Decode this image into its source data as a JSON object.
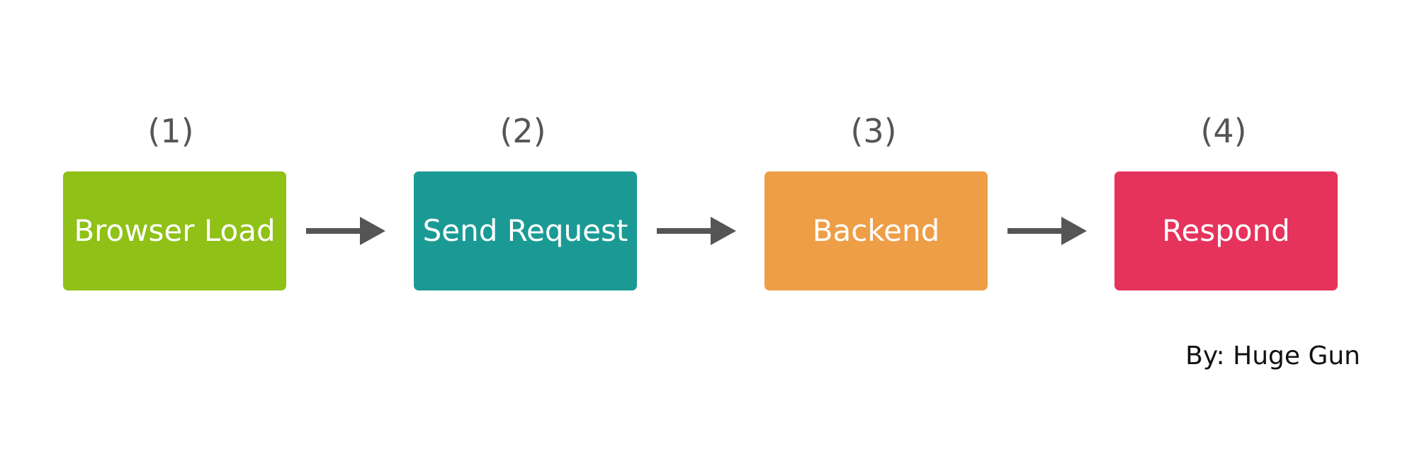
{
  "steps": [
    {
      "number": "(1)",
      "label": "Browser Load",
      "color": "#8fc116"
    },
    {
      "number": "(2)",
      "label": "Send Request",
      "color": "#1b9a95"
    },
    {
      "number": "(3)",
      "label": "Backend",
      "color": "#ee9e47"
    },
    {
      "number": "(4)",
      "label": "Respond",
      "color": "#e6335b"
    }
  ],
  "arrow_color": "#555555",
  "credit": "By: Huge Gun"
}
